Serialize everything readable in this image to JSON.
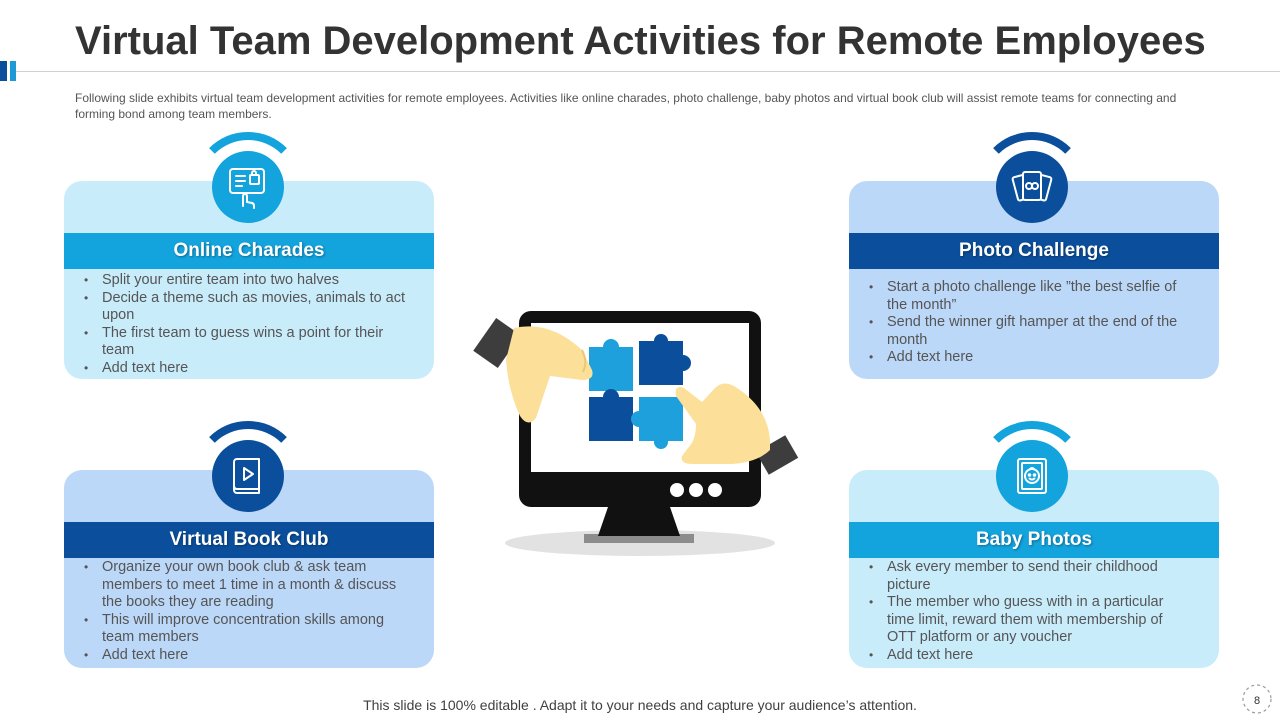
{
  "slide": {
    "title": "Virtual Team Development Activities for Remote Employees",
    "subtitle": "Following slide exhibits virtual team development activities for remote employees. Activities like online charades, photo challenge, baby photos and virtual book club will assist remote teams for connecting and forming bond among team members.",
    "footer": "This slide is 100% editable . Adapt it to your needs and capture your audience’s attention.",
    "page_number": "8"
  },
  "colors": {
    "light_blue_fill": "#c9ecfb",
    "mid_blue_fill": "#bcd8f8",
    "accent_light": "#13a3dd",
    "accent_dark": "#0b4f9c"
  },
  "cards": {
    "online_charades": {
      "title": "Online Charades",
      "icon": "touch-screen-icon",
      "bullets": [
        "Split your entire team into two halves",
        "Decide a theme such as movies, animals to act upon",
        "The first team to guess wins a point for their team",
        "Add text here"
      ]
    },
    "photo_challenge": {
      "title": "Photo Challenge",
      "icon": "photos-icon",
      "bullets": [
        "Start a photo challenge like ”the best selfie of the month”",
        "Send the winner gift hamper at the end of the month",
        "Add text here"
      ]
    },
    "virtual_book_club": {
      "title": "Virtual Book Club",
      "icon": "video-book-icon",
      "bullets": [
        "Organize your own book club & ask team members to meet 1 time in a month & discuss the books they are reading",
        "This will improve concentration skills among team members",
        "Add text here"
      ]
    },
    "baby_photos": {
      "title": "Baby Photos",
      "icon": "baby-portrait-icon",
      "bullets": [
        "Ask every member to send their childhood picture",
        "The member who guess with in a particular time limit, reward them with membership of OTT platform or any voucher",
        "Add text here"
      ]
    }
  },
  "center_illustration": {
    "icon": "monitor-puzzle-hands-icon"
  }
}
